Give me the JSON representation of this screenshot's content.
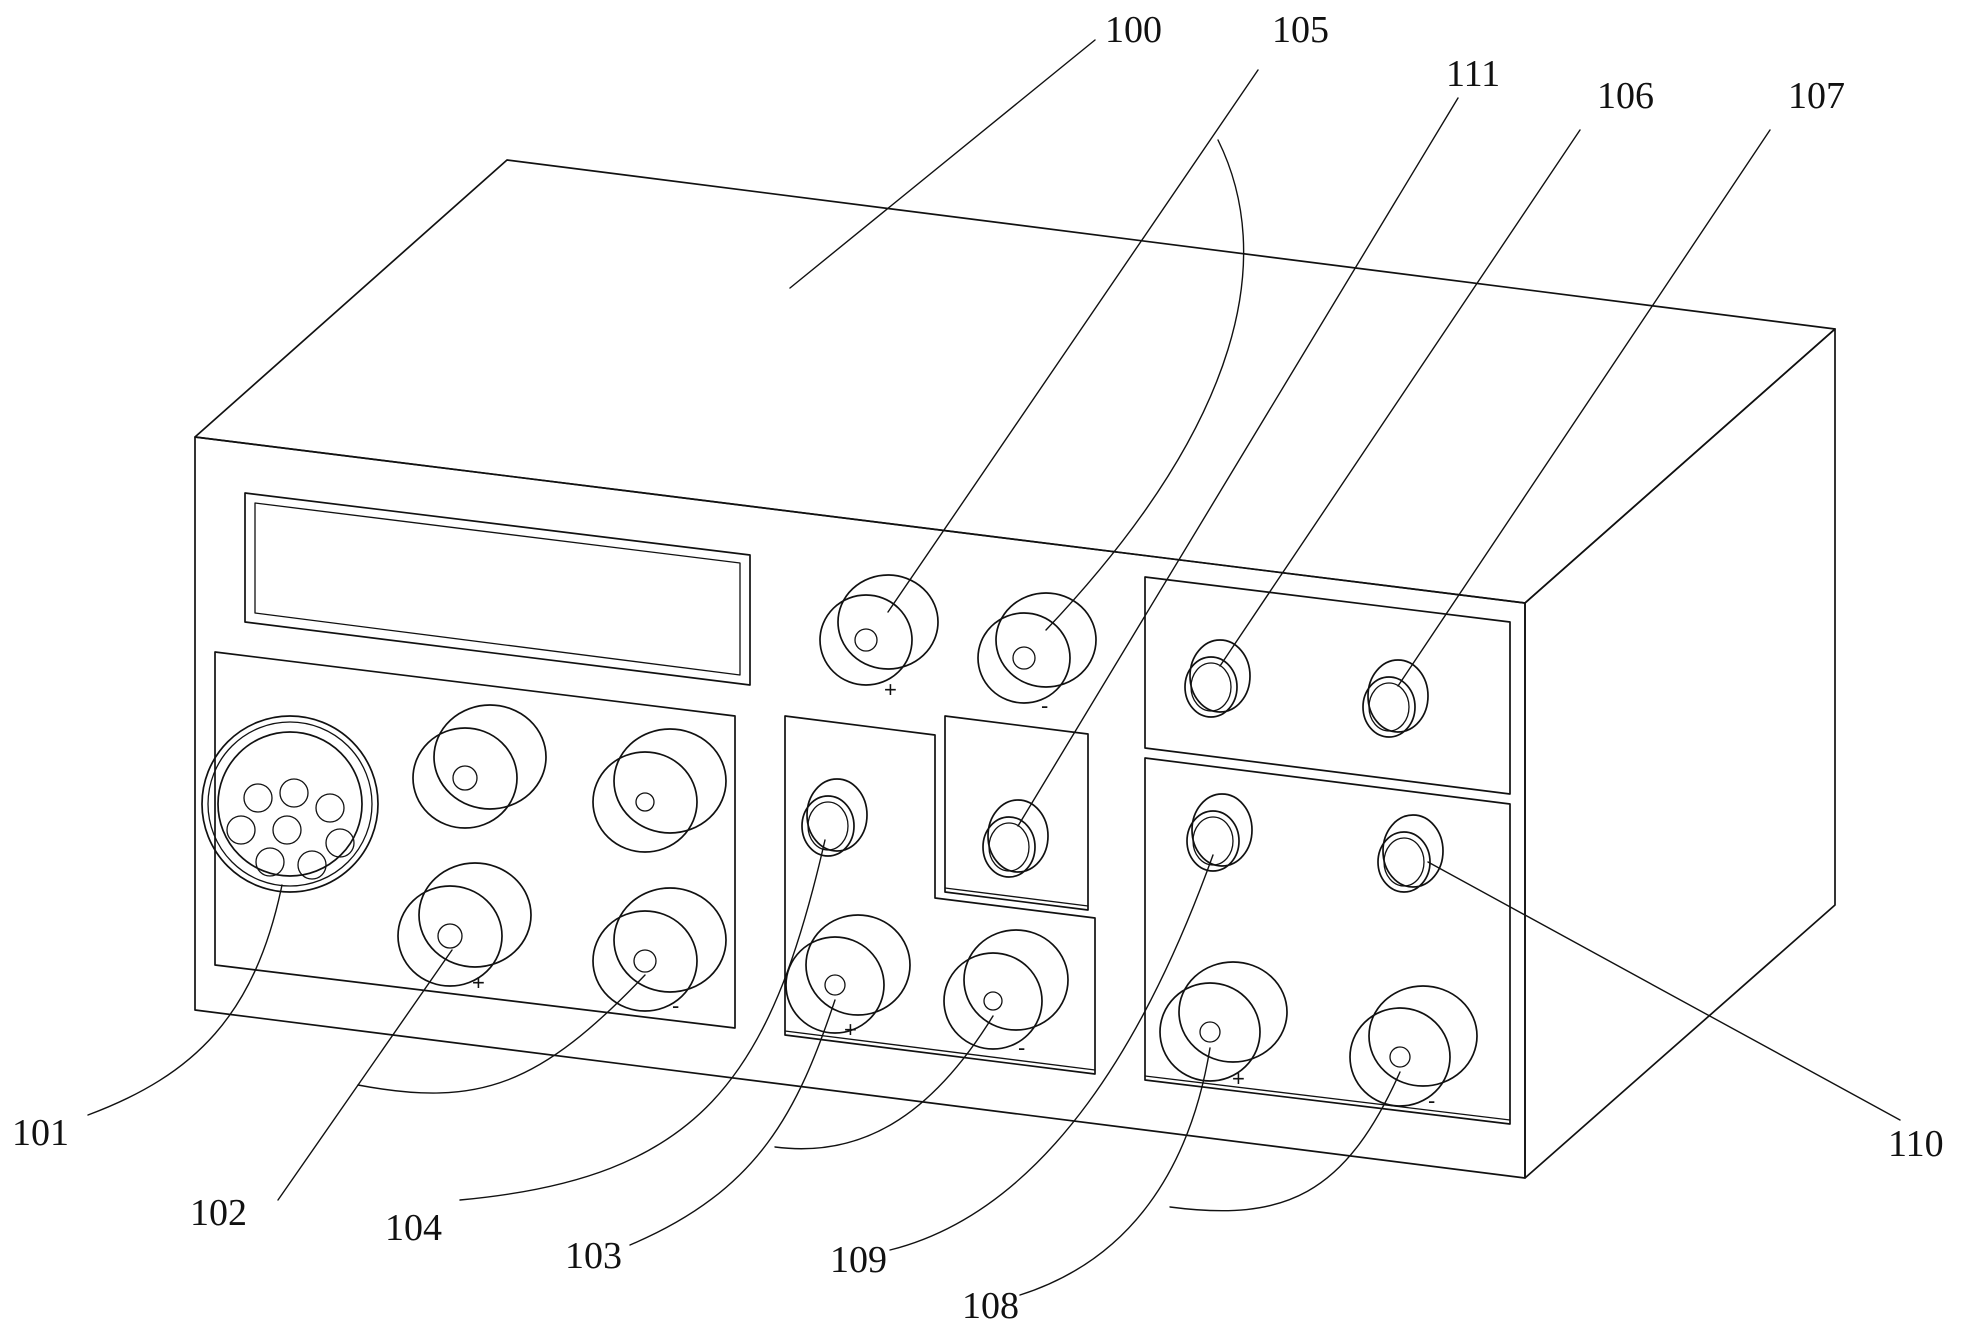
{
  "labels": {
    "l100": "100",
    "l101": "101",
    "l102": "102",
    "l103": "103",
    "l104": "104",
    "l105": "105",
    "l106": "106",
    "l107": "107",
    "l108": "108",
    "l109": "109",
    "l110": "110",
    "l111": "111"
  },
  "polarity": {
    "plus": "+",
    "minus": "-"
  },
  "colors": {
    "stroke": "#111111",
    "background": "#ffffff"
  }
}
